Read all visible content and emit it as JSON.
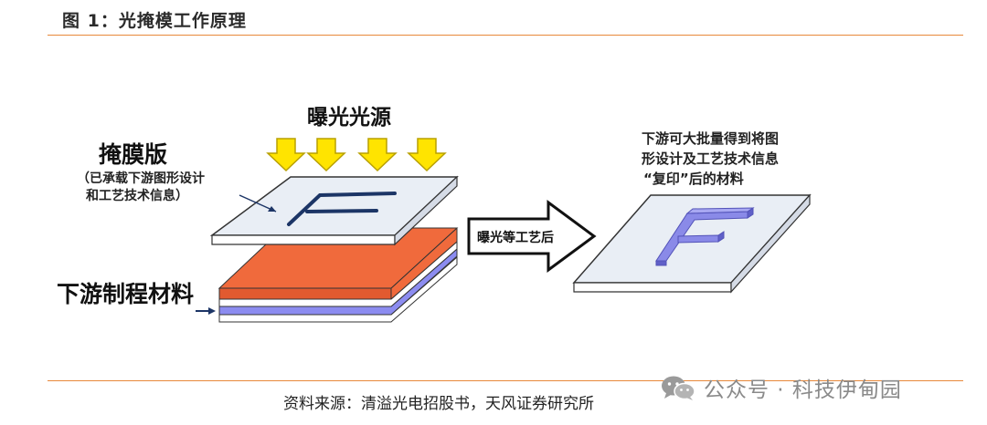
{
  "figure_title": "图 1：光掩模工作原理",
  "diagram": {
    "light_source_label": "曝光光源",
    "mask_label": "掩膜版",
    "mask_note_line1": "（已承载下游图形设计",
    "mask_note_line2": "和工艺技术信息）",
    "substrate_label": "下游制程材料",
    "process_arrow_label": "曝光等工艺后",
    "result_line1": "下游可大批量得到将图",
    "result_line2": "形设计及工艺技术信息",
    "result_line3": "“复印”后的材料",
    "colors": {
      "arrow_yellow": "#ffe400",
      "plate_face": "#e9eef5",
      "orange_layer": "#f06a3c",
      "purple_layer": "#8c8cf0",
      "pattern": "#1c3566",
      "pattern_3d": "#8a8ae8",
      "rule": "#e8883a"
    }
  },
  "source": "资料来源：清溢光电招股书，天风证券研究所",
  "watermark": "公众号 · 科技伊甸园",
  "watermark_icon": "wechat-icon"
}
